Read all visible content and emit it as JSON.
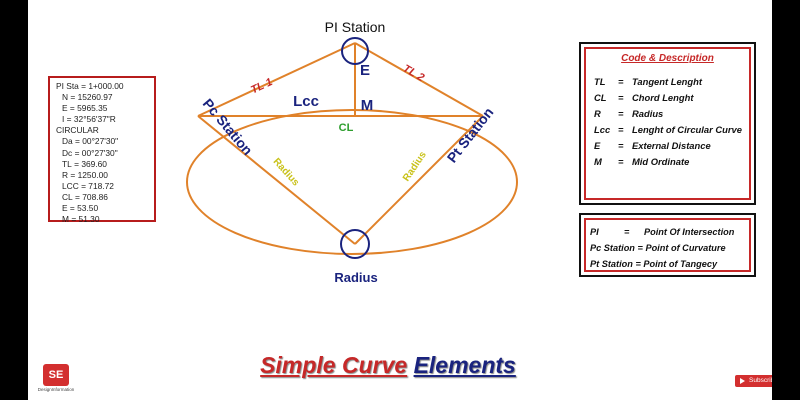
{
  "diagram": {
    "pi_station": "PI Station",
    "tl1": "TL 1",
    "tl2": "TL 2",
    "e": "E",
    "m": "M",
    "lcc": "Lcc",
    "cl": "CL",
    "pc_station": "Pc Station",
    "pt_station": "Pt Station",
    "radius_left": "Radius",
    "radius_right": "Radius",
    "radius_bottom": "Radius"
  },
  "data_box": {
    "rows": [
      {
        "k": "PI Sta",
        "v": "= 1+000.00"
      },
      {
        "k": "N",
        "v": "= 15260.97"
      },
      {
        "k": "E",
        "v": "= 5965.35"
      },
      {
        "k": "I",
        "v": "= 32°56'37\"R"
      },
      {
        "k": "CIRCULAR",
        "v": ""
      },
      {
        "k": "Da",
        "v": "= 00°27'30\""
      },
      {
        "k": "Dc",
        "v": "= 00°27'30\""
      },
      {
        "k": "TL",
        "v": "= 369.60"
      },
      {
        "k": "R",
        "v": "= 1250.00"
      },
      {
        "k": "LCC",
        "v": "= 718.72"
      },
      {
        "k": "CL",
        "v": "= 708.86"
      },
      {
        "k": "E",
        "v": "= 53.50"
      },
      {
        "k": "M",
        "v": "= 51.30"
      }
    ]
  },
  "code_box": {
    "title": "Code & Description",
    "rows": [
      {
        "k": "TL",
        "v": "Tangent Lenght"
      },
      {
        "k": "CL",
        "v": "Chord Lenght"
      },
      {
        "k": "R",
        "v": "Radius"
      },
      {
        "k": "Lcc",
        "v": "Lenght of Circular Curve"
      },
      {
        "k": "E",
        "v": "External Distance"
      },
      {
        "k": "M",
        "v": "Mid Ordinate"
      }
    ]
  },
  "def_box": {
    "rows": [
      {
        "k": "PI",
        "v": "Point Of Intersection"
      },
      {
        "k": "Pc Station",
        "v": "Point of Curvature"
      },
      {
        "k": "Pt Station",
        "v": "Point of Tangecy"
      }
    ]
  },
  "footer": {
    "title_part1": "Simple Curve",
    "title_part2": "Elements"
  },
  "logo": {
    "mark": "SE",
    "caption": "DesignInformation"
  },
  "subscribe": {
    "label": "Subscribe"
  },
  "colors": {
    "curve": "#e0822a",
    "blue": "#1a237e",
    "red": "#c62828",
    "green": "#2e9e2e",
    "yellow": "#c9c21a"
  }
}
